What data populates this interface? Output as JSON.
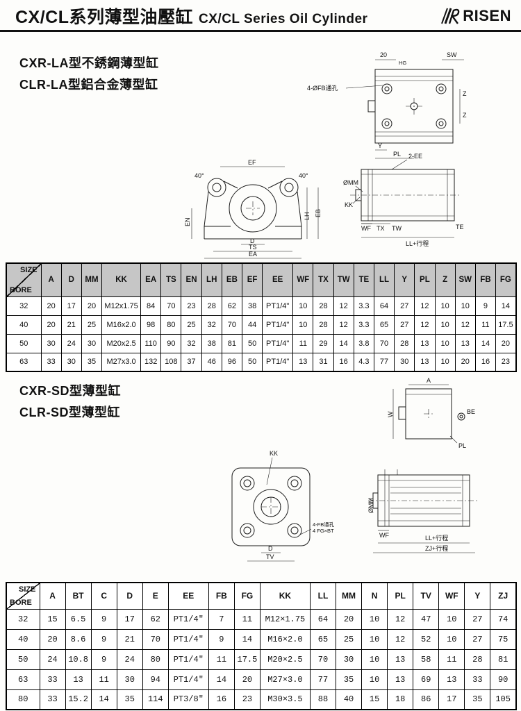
{
  "header": {
    "title_zh": "CX/CL系列薄型油壓缸",
    "title_en": "CX/CL Series Oil Cylinder",
    "brand": "RISEN"
  },
  "sections": {
    "la": {
      "line1": "CXR-LA型不銹鋼薄型缸",
      "line2": "CLR-LA型鋁合金薄型缸"
    },
    "sd": {
      "line1": "CXR-SD型薄型缸",
      "line2": "CLR-SD型薄型缸"
    }
  },
  "drawings": {
    "la_plan": {
      "dim_20": "20",
      "dim_hg": "HG",
      "dim_sw": "SW",
      "label_fb": "4-ØFB通孔",
      "dim_z1": "Z",
      "dim_z2": "Z",
      "dim_y": "Y",
      "dim_pl": "PL"
    },
    "la_front": {
      "dim_ef": "EF",
      "angle_left": "40°",
      "angle_right": "40°",
      "dim_eb": "EB",
      "dim_en": "EN",
      "dim_lh": "LH",
      "dim_d": "D",
      "dim_ts": "TS",
      "dim_ea": "EA"
    },
    "la_side": {
      "label_2ee": "2-EE",
      "label_mm": "ØMM",
      "label_kk": "KK",
      "dim_te": "TE",
      "dim_wf": "WF",
      "dim_tx": "TX",
      "dim_tw": "TW",
      "dim_ll": "LL+行程"
    },
    "sd_plan": {
      "dim_a": "A",
      "dim_w": "W",
      "label_be": "BE",
      "dim_pl": "PL"
    },
    "sd_front": {
      "label_kk": "KK",
      "label_fb_line1": "4-FB通孔",
      "label_fb_line2": "4 FG×BT",
      "dim_d": "D",
      "dim_tv": "TV"
    },
    "sd_side": {
      "label_mm": "ØMM",
      "dim_wf": "WF",
      "dim_ll": "LL+行程",
      "dim_zj": "ZJ+行程"
    }
  },
  "table1": {
    "corner": {
      "top": "SIZE",
      "bottom": "BORE"
    },
    "headers": [
      "A",
      "D",
      "MM",
      "KK",
      "EA",
      "TS",
      "EN",
      "LH",
      "EB",
      "EF",
      "EE",
      "WF",
      "TX",
      "TW",
      "TE",
      "LL",
      "Y",
      "PL",
      "Z",
      "SW",
      "FB",
      "FG"
    ],
    "rows": [
      [
        "32",
        "20",
        "17",
        "20",
        "M12x1.75",
        "84",
        "70",
        "23",
        "28",
        "62",
        "38",
        "PT1/4\"",
        "10",
        "28",
        "12",
        "3.3",
        "64",
        "27",
        "12",
        "10",
        "10",
        "9",
        "14"
      ],
      [
        "40",
        "20",
        "21",
        "25",
        "M16x2.0",
        "98",
        "80",
        "25",
        "32",
        "70",
        "44",
        "PT1/4\"",
        "10",
        "28",
        "12",
        "3.3",
        "65",
        "27",
        "12",
        "10",
        "12",
        "11",
        "17.5"
      ],
      [
        "50",
        "30",
        "24",
        "30",
        "M20x2.5",
        "110",
        "90",
        "32",
        "38",
        "81",
        "50",
        "PT1/4\"",
        "11",
        "29",
        "14",
        "3.8",
        "70",
        "28",
        "13",
        "10",
        "13",
        "14",
        "20"
      ],
      [
        "63",
        "33",
        "30",
        "35",
        "M27x3.0",
        "132",
        "108",
        "37",
        "46",
        "96",
        "50",
        "PT1/4\"",
        "13",
        "31",
        "16",
        "4.3",
        "77",
        "30",
        "13",
        "10",
        "20",
        "16",
        "23"
      ]
    ]
  },
  "table2": {
    "corner": {
      "top": "SIZE",
      "bottom": "BORE"
    },
    "headers": [
      "A",
      "BT",
      "C",
      "D",
      "E",
      "EE",
      "FB",
      "FG",
      "KK",
      "LL",
      "MM",
      "N",
      "PL",
      "TV",
      "WF",
      "Y",
      "ZJ"
    ],
    "rows": [
      [
        "32",
        "15",
        "6.5",
        "9",
        "17",
        "62",
        "PT1/4\"",
        "7",
        "11",
        "M12×1.75",
        "64",
        "20",
        "10",
        "12",
        "47",
        "10",
        "27",
        "74"
      ],
      [
        "40",
        "20",
        "8.6",
        "9",
        "21",
        "70",
        "PT1/4\"",
        "9",
        "14",
        "M16×2.0",
        "65",
        "25",
        "10",
        "12",
        "52",
        "10",
        "27",
        "75"
      ],
      [
        "50",
        "24",
        "10.8",
        "9",
        "24",
        "80",
        "PT1/4\"",
        "11",
        "17.5",
        "M20×2.5",
        "70",
        "30",
        "10",
        "13",
        "58",
        "11",
        "28",
        "81"
      ],
      [
        "63",
        "33",
        "13",
        "11",
        "30",
        "94",
        "PT1/4\"",
        "14",
        "20",
        "M27×3.0",
        "77",
        "35",
        "10",
        "13",
        "69",
        "13",
        "33",
        "90"
      ],
      [
        "80",
        "33",
        "15.2",
        "14",
        "35",
        "114",
        "PT3/8\"",
        "16",
        "23",
        "M30×3.5",
        "88",
        "40",
        "15",
        "18",
        "86",
        "17",
        "35",
        "105"
      ]
    ]
  }
}
